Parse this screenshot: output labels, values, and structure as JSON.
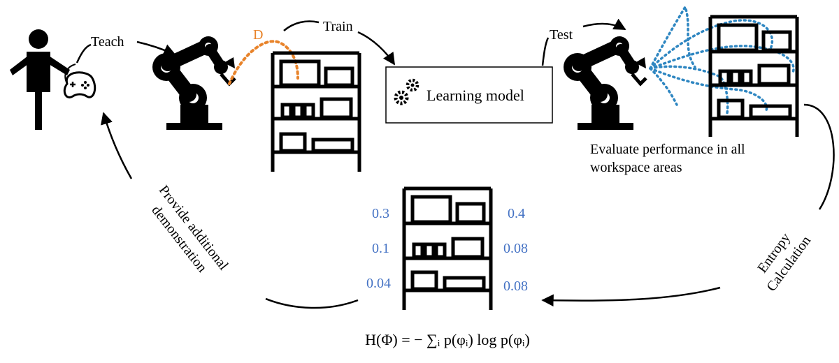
{
  "labels": {
    "teach": "Teach",
    "train": "Train",
    "test": "Test",
    "demo_symbol": "D",
    "learning_model": "Learning model",
    "evaluate_line1": "Evaluate performance in all",
    "evaluate_line2": "workspace areas",
    "provide_line1": "Provide additional",
    "provide_line2": "demonstration",
    "entropy_line1": "Entropy",
    "entropy_line2": "Calculation",
    "formula": "H(Φ) = − ∑ᵢ p(φᵢ) log p(φᵢ)"
  },
  "shelf_values": {
    "left": [
      "0.3",
      "0.1",
      "0.04"
    ],
    "right": [
      "0.4",
      "0.08",
      "0.08"
    ]
  },
  "colors": {
    "ink": "#000000",
    "demo_path": "#e8832a",
    "test_paths": "#2e86c1",
    "values": "#4472c4"
  },
  "icons": {
    "person": "person-with-controller-icon",
    "gamepad": "gamepad-icon",
    "robot_arm": "robot-arm-icon",
    "shelf": "shelf-icon",
    "gears": "gears-icon"
  }
}
